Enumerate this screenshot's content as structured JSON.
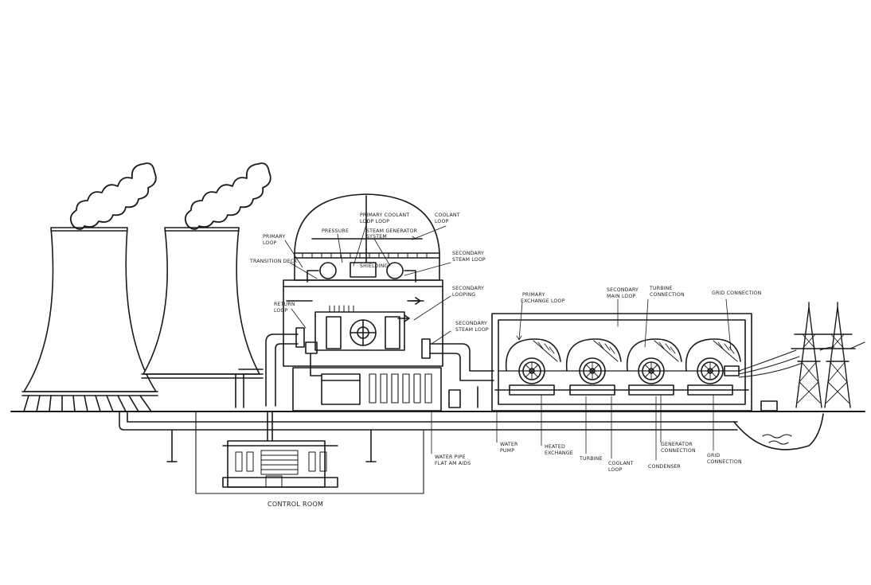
{
  "diagram": {
    "stroke_color": "#1a1a1a",
    "background": "#ffffff",
    "labels": {
      "primary_coolant_loop": [
        "PRIMARY COOLANT",
        "LOOP LOOP"
      ],
      "coolant_loop_top_right": [
        "COOLANT",
        "LOOP"
      ],
      "pressure_vessel": "PRESSURE",
      "steam_generator": [
        "STEAM GENERATOR",
        "SYSTEM",
        "SHIELDING"
      ],
      "primary_loop_left": [
        "PRIMARY",
        "LOOP"
      ],
      "transition_deck": "TRANSITION DECK",
      "secondary_steam_loop_top": [
        "SECONDARY",
        "STEAM LOOP"
      ],
      "secondary_loop_mid": [
        "SECONDARY",
        "LOOPING"
      ],
      "return_loop": [
        "RETURN",
        "LOOP"
      ],
      "secondary_steam_loop_low": [
        "SECONDARY",
        "STEAM LOOP"
      ],
      "primary_exchange_loop": [
        "PRIMARY",
        "EXCHANGE LOOP"
      ],
      "secondary_main_loop": [
        "SECONDARY",
        "MAIN LOOP"
      ],
      "turbine_connection": [
        "TURBINE",
        "CONNECTION"
      ],
      "grid_connection_top": "GRID CONNECTION",
      "water_pump": [
        "WATER",
        "PUMP"
      ],
      "water_pipe": [
        "WATER PIPE",
        "FLAT AM AIDS"
      ],
      "heated_exchange": [
        "HEATED",
        "EXCHANGE"
      ],
      "turbine_label": "TURBINE",
      "coolant_loop_low": [
        "COOLANT",
        "LOOP"
      ],
      "generator_connection": [
        "GENERATOR",
        "CONNECTION"
      ],
      "condenser": "CONDENSER",
      "grid_connection_low": [
        "GRID",
        "CONNECTION"
      ],
      "control_room": "CONTROL ROOM"
    }
  }
}
